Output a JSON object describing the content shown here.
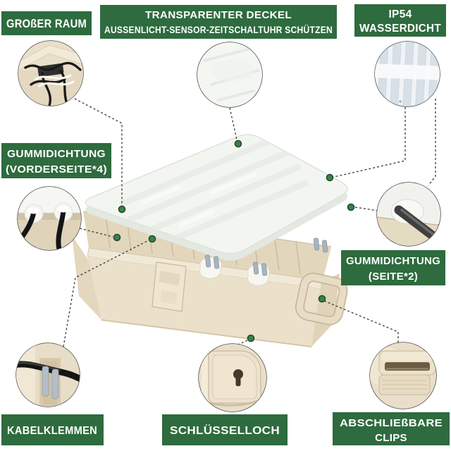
{
  "colors": {
    "label_bg": "#2e6b3e",
    "label_text": "#ffffff",
    "dot_fill": "#3e7f4c",
    "dot_ring": "#1f4f2a",
    "leader_line": "#3b3b3b",
    "box_beige": "#e9dec7",
    "box_beige_dark": "#d9cbae",
    "lid_white": "#f3f5f1",
    "clamp_gray": "#a9b4bf",
    "cable_black": "#191919"
  },
  "labels": {
    "grosser_raum": {
      "text": "GROßER RAUM"
    },
    "top_center": {
      "line1": "TRANSPARENTER DECKEL",
      "line2": "AUSSENLICHT-SENSOR-ZEITSCHALTUHR SCHÜTZEN"
    },
    "ip54": {
      "line1": "IP54",
      "line2": "WASSERDICHT"
    },
    "gummi_front": {
      "line1": "GUMMIDICHTUNG",
      "line2": "(VORDERSEITE*4)"
    },
    "gummi_side": {
      "line1": "GUMMIDICHTUNG",
      "line2": "(SEITE*2)"
    },
    "kabelklemmen": {
      "text": "KABELKLEMMEN"
    },
    "schluesselloch": {
      "text": "SCHLÜSSELLOCH"
    },
    "clips": {
      "line1": "ABSCHLIEßBARE",
      "line2": "CLIPS"
    }
  },
  "callouts": [
    {
      "id": "interior-cables",
      "feature": "GROßER RAUM"
    },
    {
      "id": "transparent-lid-surface",
      "feature": "TRANSPARENTER DECKEL"
    },
    {
      "id": "lid-ribs-waterproof",
      "feature": "IP54 WASSERDICHT"
    },
    {
      "id": "front-rubber-seals",
      "feature": "GUMMIDICHTUNG (VORDERSEITE*4)"
    },
    {
      "id": "side-rubber-seal",
      "feature": "GUMMIDICHTUNG (SEITE*2)"
    },
    {
      "id": "cable-clamps",
      "feature": "KABELKLEMMEN"
    },
    {
      "id": "keyhole",
      "feature": "SCHLÜSSELLOCH"
    },
    {
      "id": "lockable-clips",
      "feature": "ABSCHLIEßBARE CLIPS"
    }
  ]
}
